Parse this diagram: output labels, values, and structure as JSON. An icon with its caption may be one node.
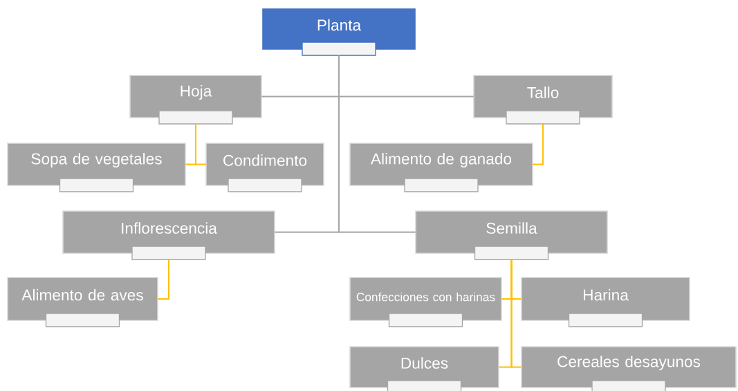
{
  "diagram": {
    "nodes": [
      {
        "text": [
          "Planta"
        ]
      },
      {
        "text": [
          "Hoja"
        ]
      },
      {
        "text": [
          "Tallo"
        ]
      },
      {
        "text": [
          "Sopa de vegetales"
        ]
      },
      {
        "text": [
          "Condimento"
        ]
      },
      {
        "text": [
          "Alimento de ganado"
        ]
      },
      {
        "text": [
          "Inflorescencia"
        ]
      },
      {
        "text": [
          "Semilla"
        ]
      },
      {
        "text": [
          "Alimento de aves"
        ]
      },
      {
        "text": [
          "Confecciones con harinas"
        ]
      },
      {
        "text": [
          "Harina"
        ]
      },
      {
        "text": [
          "Dulces"
        ]
      },
      {
        "text": [
          "Cereales desayunos"
        ]
      }
    ],
    "edges": [
      {
        "from": 0,
        "to": 1,
        "arrow": "none",
        "color": "#a5a5a5"
      },
      {
        "from": 0,
        "to": 2,
        "arrow": "none",
        "color": "#a5a5a5"
      },
      {
        "from": 0,
        "to": 6,
        "arrow": "none",
        "color": "#a5a5a5"
      },
      {
        "from": 0,
        "to": 7,
        "arrow": "none",
        "color": "#a5a5a5"
      },
      {
        "from": 1,
        "to": 3,
        "arrow": "none"
      },
      {
        "from": 1,
        "to": 4,
        "arrow": "none"
      },
      {
        "from": 2,
        "to": 5,
        "arrow": "none"
      },
      {
        "from": 6,
        "to": 8,
        "arrow": "none"
      },
      {
        "from": 7,
        "to": 9,
        "arrow": "none"
      },
      {
        "from": 7,
        "to": 10,
        "arrow": "none"
      },
      {
        "from": 7,
        "to": 11,
        "arrow": "none"
      },
      {
        "from": 7,
        "to": 12,
        "arrow": "none"
      }
    ]
  }
}
